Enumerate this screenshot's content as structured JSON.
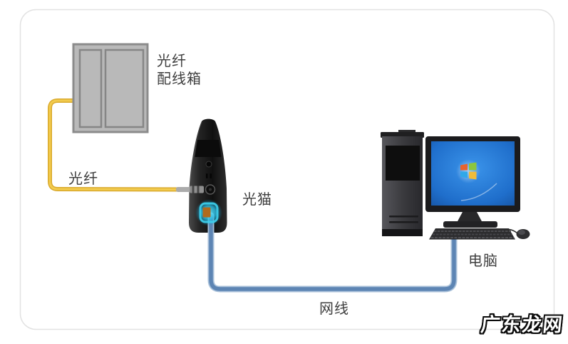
{
  "diagram": {
    "fiber_box": {
      "label_line1": "光纤",
      "label_line2": "配线箱"
    },
    "fiber_cable": {
      "label": "光纤"
    },
    "modem": {
      "label": "光猫"
    },
    "ethernet_cable": {
      "label": "网线"
    },
    "computer": {
      "label": "电脑"
    },
    "watermark": {
      "text": "广东龙网"
    }
  },
  "colors": {
    "fiber_cable_core": "#d9a92c",
    "fiber_cable_light": "#f2cb4e",
    "ethernet_cable_core": "#5d85b4",
    "ethernet_cable_light": "#a9c1da",
    "lan_port_glow": "#3dd2ee",
    "lan_port_inner": "#b06a1e",
    "box_fill": "#b9b9b9",
    "box_stroke": "#8b8b8b",
    "screen_blue": "#1e6cc8"
  }
}
